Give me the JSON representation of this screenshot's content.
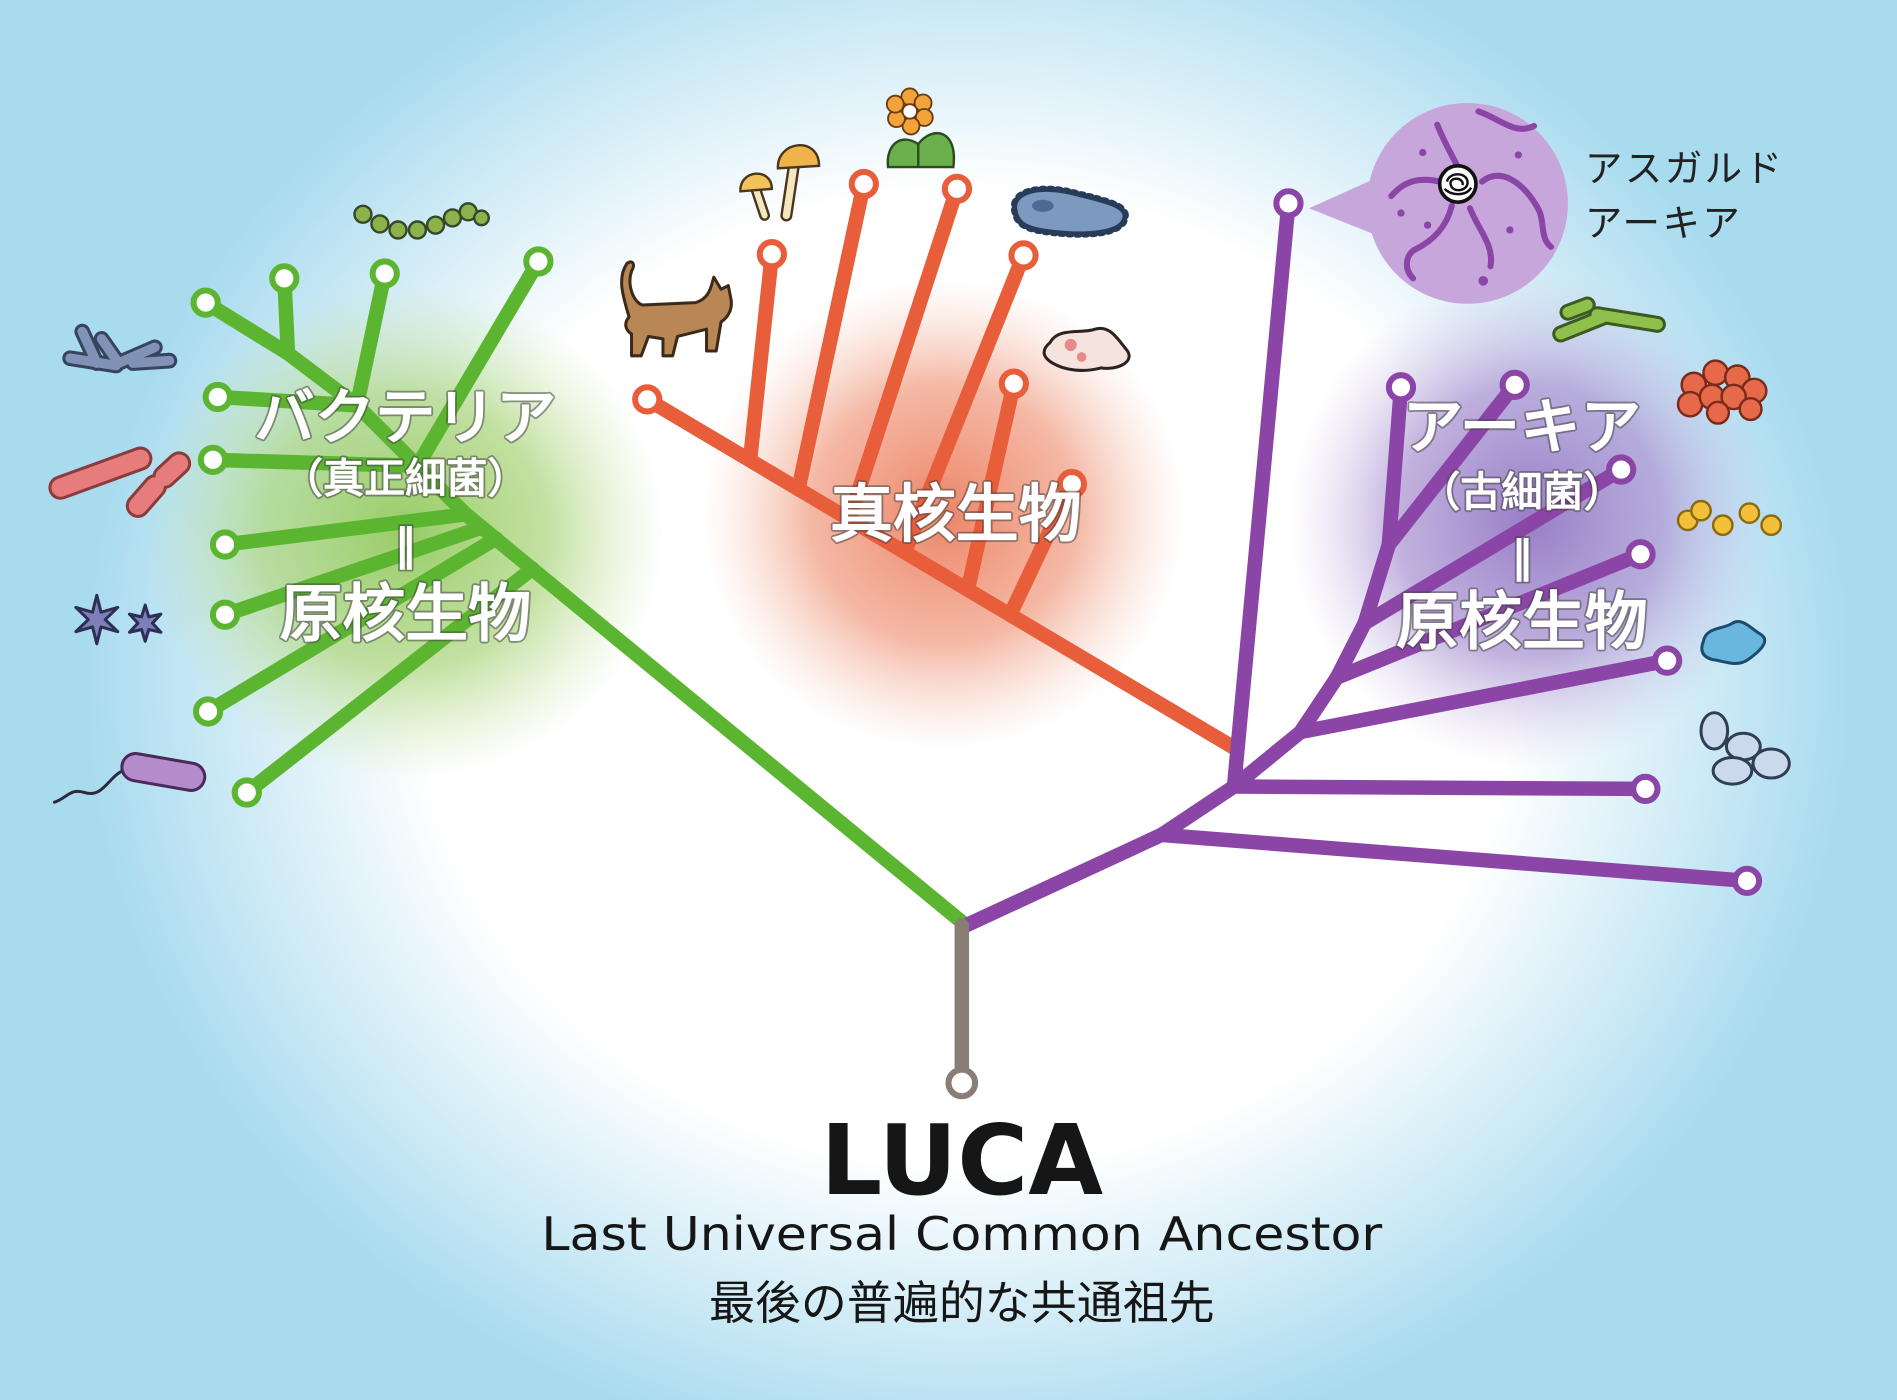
{
  "colors": {
    "background": "#a9dbef",
    "bacteria": "#5cb531",
    "eukaryote": "#e85d3a",
    "archaea": "#8b45a7",
    "luca_stem": "#8a7d76"
  },
  "labels": {
    "bacteria": {
      "name": "バクテリア",
      "alt": "（真正細菌）",
      "equals": "‖",
      "group": "原核生物"
    },
    "eukaryote": {
      "name": "真核生物"
    },
    "archaea": {
      "name": "アーキア",
      "alt": "（古細菌）",
      "equals": "‖",
      "group": "原核生物"
    },
    "asgard": {
      "line1": "アスガルド",
      "line2": "アーキア"
    }
  },
  "luca": {
    "title": "LUCA",
    "english": "Last Universal Common Ancestor",
    "japanese": "最後の普遍的な共通祖先"
  },
  "icons": {
    "bacteria_side": [
      "bead-chain-bacteria-icon",
      "branching-filament-icon",
      "rod-bacteria-icon",
      "star-bacteria-icon",
      "flagellated-bacterium-icon"
    ],
    "eukaryote_side": [
      "mushroom-icon",
      "flower-icon",
      "cat-icon",
      "paramecium-icon",
      "amoeba-icon"
    ],
    "archaea_side": [
      "asgard-archaea-icon",
      "rod-archaea-icon",
      "cluster-archaea-icon",
      "coccus-chain-icon",
      "blob-archaea-icon",
      "oval-archaea-icon"
    ]
  }
}
